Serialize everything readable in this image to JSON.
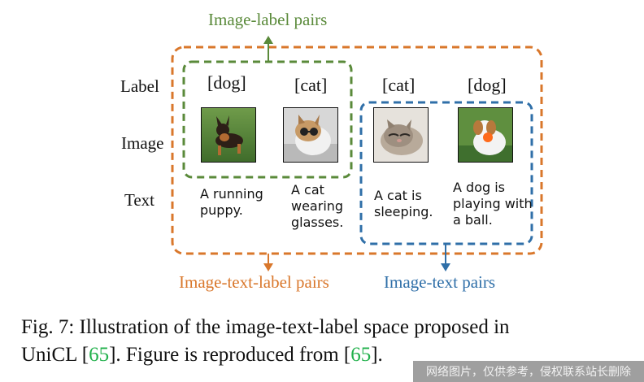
{
  "diagram": {
    "titles": {
      "image_label": "Image-label pairs",
      "image_text_label": "Image-text-label pairs",
      "image_text": "Image-text pairs"
    },
    "rows": {
      "label": "Label",
      "image": "Image",
      "text": "Text"
    },
    "columns": [
      {
        "label": "[dog]",
        "image": "dog-running-photo",
        "text": "A running\npuppy."
      },
      {
        "label": "[cat]",
        "image": "cat-with-sunglasses-photo",
        "text": "A cat\nwearing\nglasses."
      },
      {
        "label": "[cat]",
        "image": "cat-sleeping-photo",
        "text": "A cat is\nsleeping."
      },
      {
        "label": "[dog]",
        "image": "dog-with-ball-photo",
        "text": "A dog is\nplaying with\na ball."
      }
    ],
    "colors": {
      "green": "#5a8a3a",
      "orange": "#d9772b",
      "blue": "#2f6fa8"
    }
  },
  "caption": {
    "prefix": "Fig. 7: Illustration of the image-text-label space proposed in",
    "line2_a": "UniCL [",
    "ref1": "65",
    "line2_b": "]. Figure is reproduced from [",
    "ref2": "65",
    "line2_c": "]."
  },
  "watermark": "网络图片，仅供参考，侵权联系站长删除"
}
